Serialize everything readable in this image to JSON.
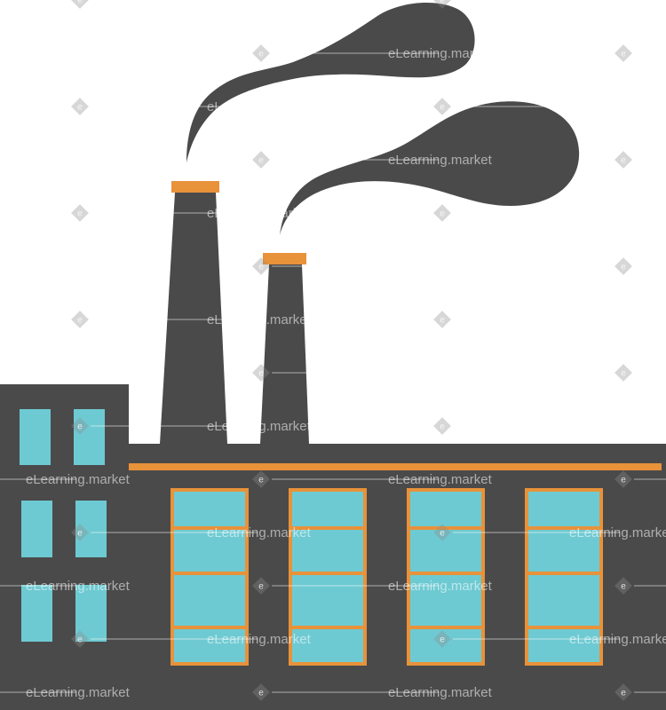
{
  "illustration": {
    "subject": "factory-with-smokestacks",
    "colors": {
      "background": "#ffffff",
      "building": "#4a4a4a",
      "smoke": "#4a4a4a",
      "accent": "#e8923a",
      "glass": "#6ecad2"
    },
    "icons": [
      "factory-icon",
      "smokestack-icon",
      "smoke-icon",
      "window-icon"
    ]
  },
  "watermark": {
    "text": "eLearning.market",
    "mark": "e"
  }
}
